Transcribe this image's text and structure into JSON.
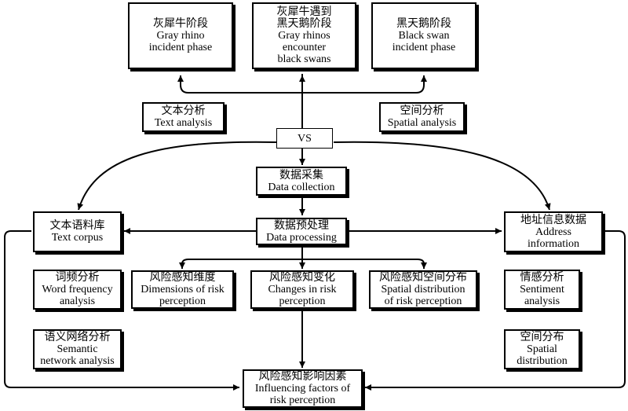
{
  "nodes": {
    "gray_rhino": {
      "zh": "灰犀牛阶段",
      "en1": "Gray rhino",
      "en2": "incident phase"
    },
    "encounter": {
      "zh1": "灰犀牛遇到",
      "zh2": "黑天鹅阶段",
      "en1": "Gray rhinos",
      "en2": "encounter",
      "en3": "black swans"
    },
    "black_swan": {
      "zh": "黑天鹅阶段",
      "en1": "Black swan",
      "en2": "incident phase"
    },
    "text_analysis": {
      "zh": "文本分析",
      "en": "Text analysis"
    },
    "spatial_analysis": {
      "zh": "空间分析",
      "en": "Spatial analysis"
    },
    "vs": {
      "label": "VS"
    },
    "data_collection": {
      "zh": "数据采集",
      "en": "Data collection"
    },
    "text_corpus": {
      "zh": "文本语料库",
      "en": "Text corpus"
    },
    "data_processing": {
      "zh": "数据预处理",
      "en": "Data processing"
    },
    "address_info": {
      "zh": "地址信息数据",
      "en1": "Address",
      "en2": "information"
    },
    "word_freq": {
      "zh": "词频分析",
      "en1": "Word frequency",
      "en2": "analysis"
    },
    "dimensions": {
      "zh": "风险感知维度",
      "en1": "Dimensions of risk",
      "en2": "perception"
    },
    "changes": {
      "zh": "风险感知变化",
      "en1": "Changes in risk",
      "en2": "perception"
    },
    "spatial_dist_risk": {
      "zh": "风险感知空间分布",
      "en1": "Spatial distribution",
      "en2": "of risk perception"
    },
    "sentiment": {
      "zh": "情感分析",
      "en1": "Sentiment",
      "en2": "analysis"
    },
    "semantic": {
      "zh": "语义网络分析",
      "en1": "Semantic",
      "en2": "network analysis"
    },
    "spatial_distribution": {
      "zh": "空间分布",
      "en1": "Spatial",
      "en2": "distribution"
    },
    "influencing": {
      "zh": "风险感知影响因素",
      "en1": "Influencing factors of",
      "en2": "risk perception"
    }
  }
}
